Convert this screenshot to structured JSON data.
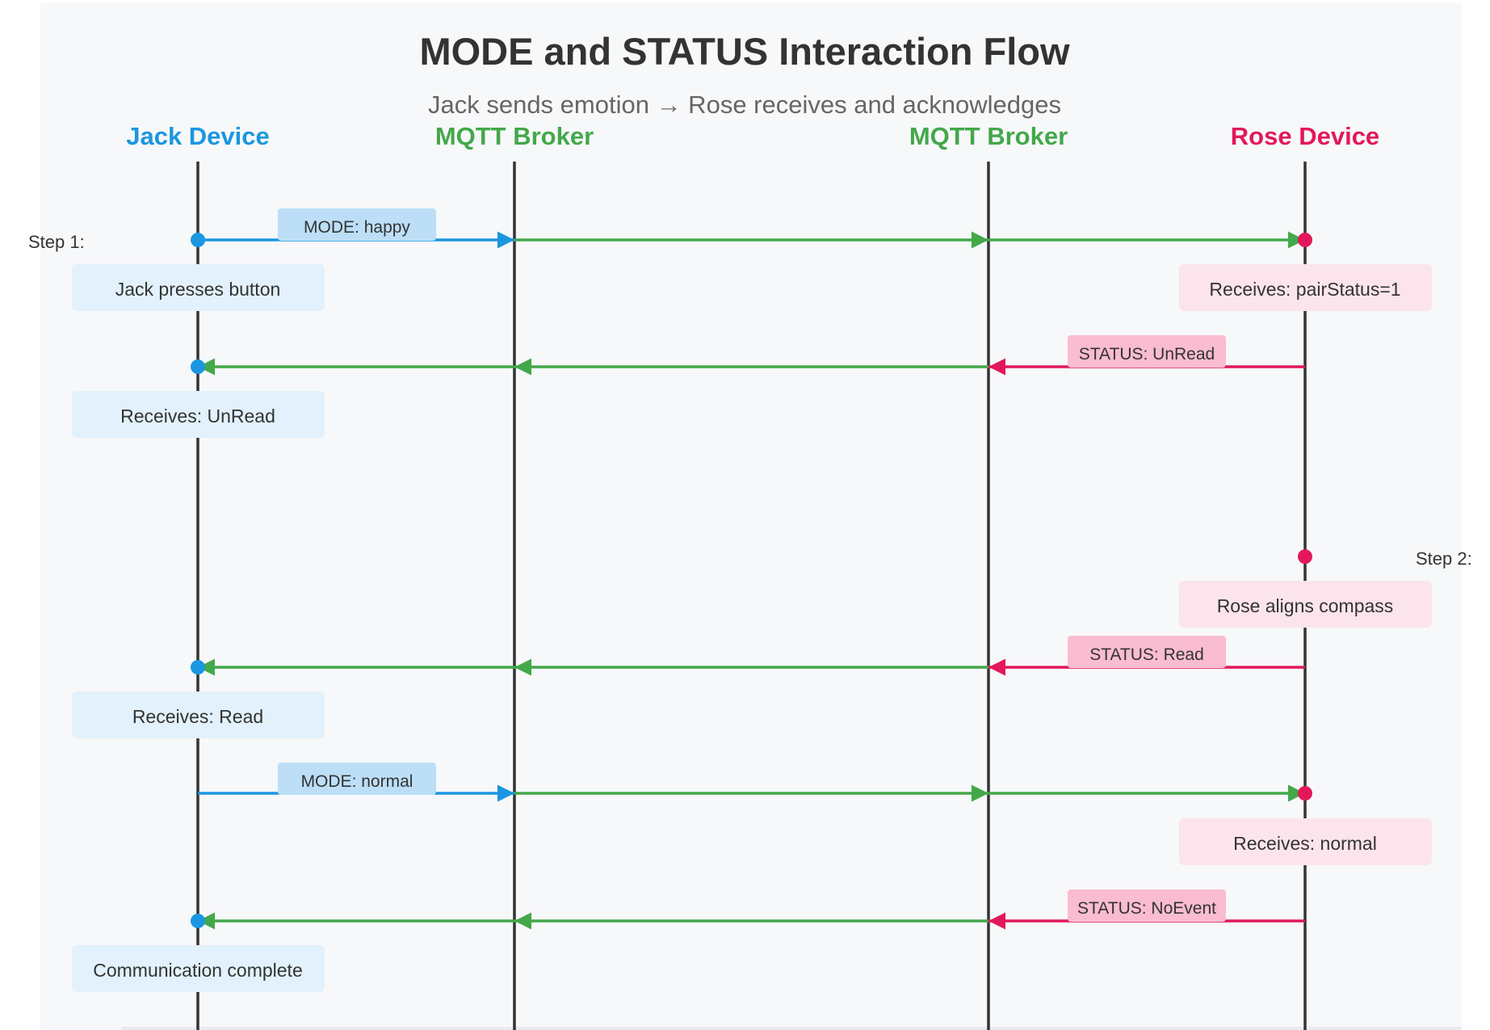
{
  "diagram": {
    "title": "MODE and STATUS Interaction Flow",
    "subtitle": "Jack sends emotion → Rose receives and acknowledges",
    "actors": [
      {
        "name": "Jack Device",
        "color": "#1b96e0"
      },
      {
        "name": "MQTT Broker",
        "color": "#43a84a"
      },
      {
        "name": "MQTT Broker",
        "color": "#43a84a"
      },
      {
        "name": "Rose Device",
        "color": "#e2185b"
      }
    ],
    "steps": [
      "Step 1:",
      "Step 2:"
    ],
    "messages": {
      "mode_happy": "MODE: happy",
      "status_unread": "STATUS: UnRead",
      "status_read": "STATUS: Read",
      "mode_normal": "MODE: normal",
      "status_noevent": "STATUS: NoEvent"
    },
    "notes": {
      "jack_presses": "Jack presses button",
      "rose_pair": "Receives: pairStatus=1",
      "jack_unread": "Receives: UnRead",
      "rose_align": "Rose aligns compass",
      "jack_read": "Receives: Read",
      "rose_normal": "Receives: normal",
      "jack_complete": "Communication complete"
    },
    "colors": {
      "jack": "#1b96e0",
      "broker": "#43a84a",
      "rose": "#e2185b",
      "lifeline": "#333333",
      "background": "#f7f8fa",
      "jack_note": "#e2f1fb",
      "rose_note": "#fce4ec",
      "jack_msg": "#bcdff7",
      "rose_msg": "#f9bcd1"
    }
  }
}
